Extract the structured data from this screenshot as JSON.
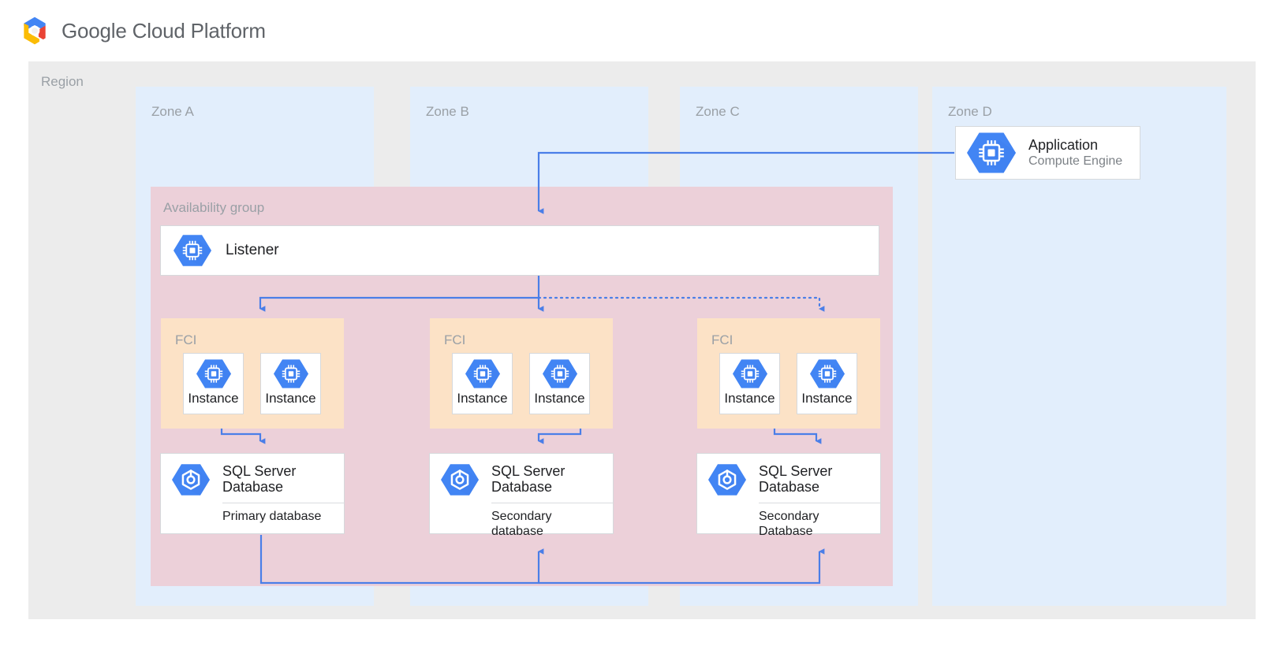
{
  "header": {
    "brand": "Google Cloud Platform",
    "logo_icon": "gcp-hexagon-logo",
    "logo_colors": {
      "blue": "#4285F4",
      "red": "#EA4335",
      "yellow": "#FBBC05",
      "green": "#34A853"
    }
  },
  "colors": {
    "region_bg": "#ececec",
    "zone_bg": "#e2eefc",
    "availability_group_bg": "#ecd0d9",
    "fci_bg": "#fce2c6",
    "card_bg": "#ffffff",
    "card_border": "#d6d9dc",
    "connector": "#4a7ee8",
    "icon_blue": "#4285F4",
    "label_gray": "#9aa0a6",
    "text_dark": "#202124",
    "text_muted": "#7c8186"
  },
  "region": {
    "label": "Region"
  },
  "zones": [
    {
      "id": "zone-a",
      "label": "Zone A"
    },
    {
      "id": "zone-b",
      "label": "Zone B"
    },
    {
      "id": "zone-c",
      "label": "Zone C"
    },
    {
      "id": "zone-d",
      "label": "Zone D"
    }
  ],
  "application": {
    "title": "Application",
    "subtitle": "Compute Engine",
    "icon": "compute-engine-chip-icon"
  },
  "availability_group": {
    "label": "Availability group",
    "listener": {
      "title": "Listener",
      "icon": "compute-engine-chip-icon"
    }
  },
  "fci_groups": [
    {
      "id": "fci-a",
      "label": "FCI",
      "instances": [
        {
          "label": "Instance",
          "icon": "compute-engine-chip-icon"
        },
        {
          "label": "Instance",
          "icon": "compute-engine-chip-icon"
        }
      ]
    },
    {
      "id": "fci-b",
      "label": "FCI",
      "instances": [
        {
          "label": "Instance",
          "icon": "compute-engine-chip-icon"
        },
        {
          "label": "Instance",
          "icon": "compute-engine-chip-icon"
        }
      ]
    },
    {
      "id": "fci-c",
      "label": "FCI",
      "instances": [
        {
          "label": "Instance",
          "icon": "compute-engine-chip-icon"
        },
        {
          "label": "Instance",
          "icon": "compute-engine-chip-icon"
        }
      ]
    }
  ],
  "databases": [
    {
      "id": "db-a",
      "title": "SQL Server Database",
      "title_line1": "SQL Server",
      "title_line2": "Database",
      "role": "Primary database",
      "role_line1": "Primary database",
      "role_line2": "",
      "icon": "sql-server-database-icon"
    },
    {
      "id": "db-b",
      "title": "SQL Server Database",
      "title_line1": "SQL Server",
      "title_line2": "Database",
      "role": "Secondary database",
      "role_line1": "Secondary",
      "role_line2": "database",
      "icon": "sql-server-database-icon"
    },
    {
      "id": "db-c",
      "title": "SQL Server Database",
      "title_line1": "SQL Server",
      "title_line2": "Database",
      "role": "Secondary Database",
      "role_line1": "Secondary",
      "role_line2": "Database",
      "icon": "sql-server-database-icon"
    }
  ],
  "connectors": [
    {
      "name": "application-to-listener",
      "style": "solid",
      "from": "application",
      "to": "listener"
    },
    {
      "name": "listener-to-fci-a",
      "style": "solid",
      "from": "listener",
      "to": "fci-a"
    },
    {
      "name": "listener-to-fci-b",
      "style": "solid",
      "from": "listener",
      "to": "fci-b"
    },
    {
      "name": "listener-to-fci-c",
      "style": "dotted",
      "from": "listener",
      "to": "fci-c"
    },
    {
      "name": "fci-a-to-db-a",
      "style": "solid",
      "from": "fci-a",
      "to": "db-a"
    },
    {
      "name": "fci-b-to-db-b",
      "style": "solid",
      "from": "fci-b",
      "to": "db-b"
    },
    {
      "name": "fci-c-to-db-c",
      "style": "solid",
      "from": "fci-c",
      "to": "db-c"
    },
    {
      "name": "db-a-to-db-b-replication",
      "style": "solid",
      "from": "db-a",
      "to": "db-b"
    },
    {
      "name": "db-a-to-db-c-replication",
      "style": "solid",
      "from": "db-a",
      "to": "db-c"
    }
  ]
}
